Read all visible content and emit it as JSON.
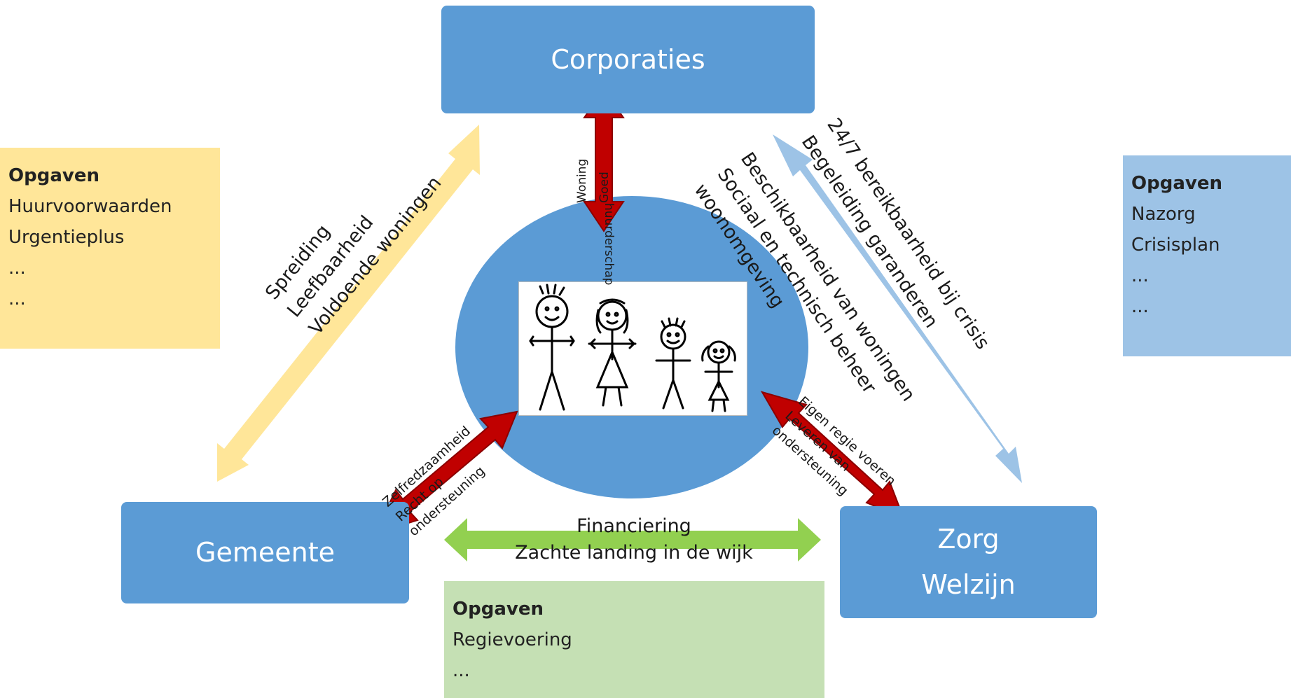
{
  "nodes": {
    "corporaties": "Corporaties",
    "gemeente": "Gemeente",
    "zorg": [
      "Zorg",
      "Welzijn"
    ]
  },
  "notes": {
    "left": {
      "title": "Opgaven",
      "items": [
        "Huurvoorwaarden",
        "Urgentieplus",
        "...",
        "..."
      ]
    },
    "right": {
      "title": "Opgaven",
      "items": [
        "Nazorg",
        "Crisisplan",
        "...",
        "..."
      ]
    },
    "bottom": {
      "title": "Opgaven",
      "items": [
        "Regievoering",
        "..."
      ]
    }
  },
  "links": {
    "corporaties_gemeente": [
      "Spreiding",
      "Leefbaarheid",
      "Voldoende woningen"
    ],
    "corporaties_zorg_outer": [
      "24/7 bereikbaarheid bij crisis",
      "Begeleiding garanderen"
    ],
    "corporaties_zorg_inner": [
      "Beschikbaarheid van woningen",
      "Sociaal en technisch beheer",
      "woonomgeving"
    ],
    "gemeente_zorg": [
      "Financiering",
      "Zachte landing in de wijk"
    ]
  },
  "center_links": {
    "corporaties": [
      "Woning",
      "Goed",
      "huurderschap"
    ],
    "gemeente": [
      "Zelfredzaamheid",
      "Recht op",
      "ondersteuning"
    ],
    "zorg": [
      "Eigen regie voeren",
      "Leveren van",
      "ondersteuning"
    ]
  },
  "colors": {
    "node": "#5b9bd5",
    "note_left": "#ffe699",
    "note_right": "#9dc3e6",
    "note_bottom": "#c5e0b4",
    "arrow_yellow": "#ffe699",
    "arrow_blue": "#9dc3e6",
    "arrow_green": "#92d050",
    "arrow_red": "#c00000",
    "arrow_red_border": "#8b0000"
  }
}
